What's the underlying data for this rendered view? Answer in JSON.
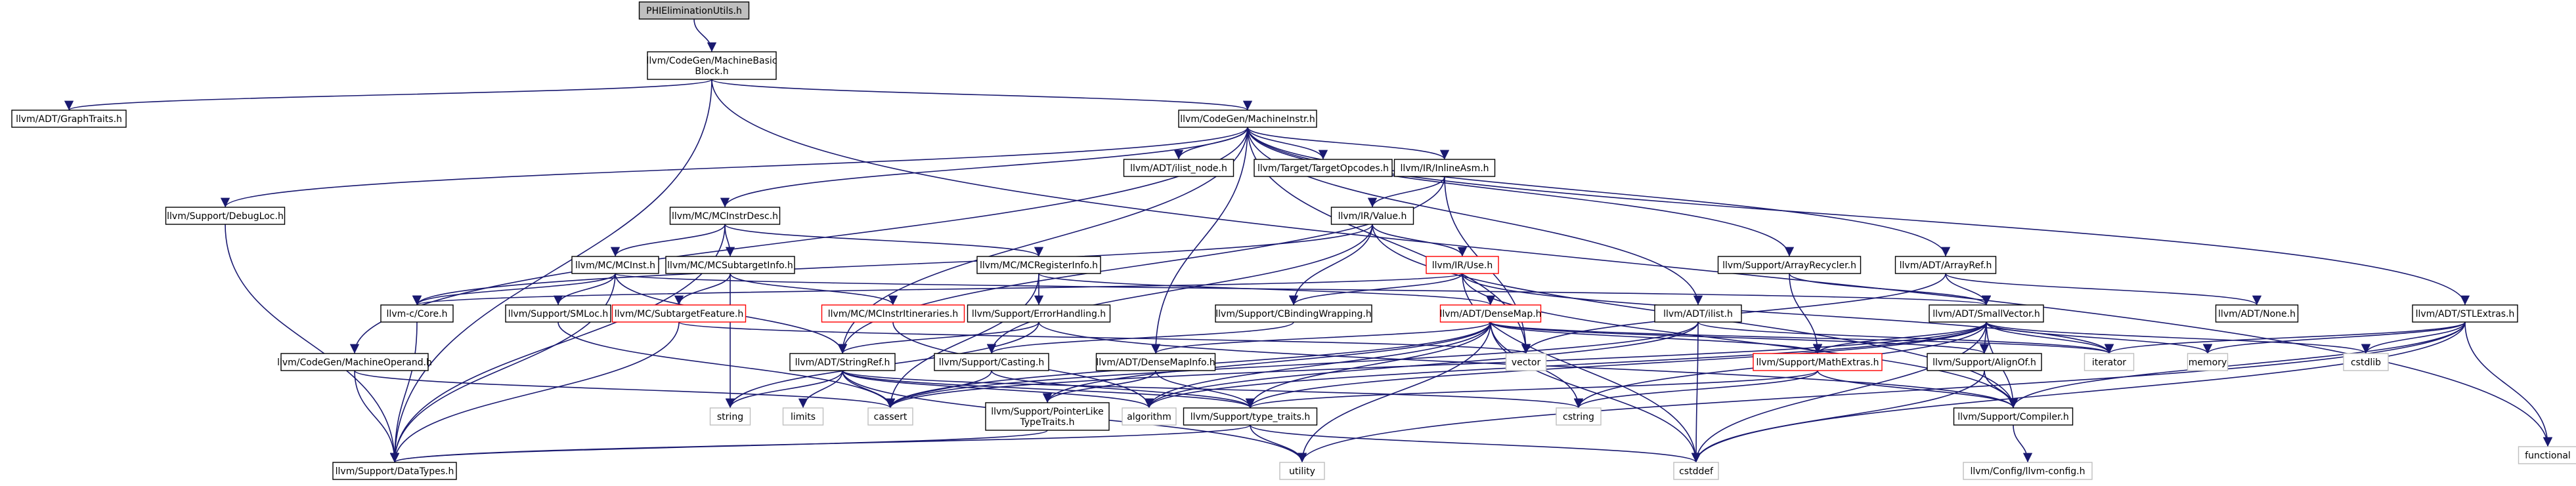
{
  "colors": {
    "edge": "#191970",
    "box_border": "#000000",
    "missing_border": "#bfbfbf",
    "redlink_border": "#ff0000",
    "root_fill": "#bfbfbf",
    "fill": "#ffffff"
  },
  "nodes": [
    {
      "id": "root",
      "lines": [
        "PHIEliminationUtils.h"
      ],
      "kind": "root"
    },
    {
      "id": "mbb",
      "lines": [
        "llvm/CodeGen/MachineBasic",
        "Block.h"
      ],
      "kind": "normal"
    },
    {
      "id": "graphtraits",
      "lines": [
        "llvm/ADT/GraphTraits.h"
      ],
      "kind": "normal"
    },
    {
      "id": "machineinstr",
      "lines": [
        "llvm/CodeGen/MachineInstr.h"
      ],
      "kind": "normal"
    },
    {
      "id": "functional",
      "lines": [
        "functional"
      ],
      "kind": "missing"
    },
    {
      "id": "debugloc",
      "lines": [
        "llvm/Support/DebugLoc.h"
      ],
      "kind": "normal"
    },
    {
      "id": "ilist_node",
      "lines": [
        "llvm/ADT/ilist_node.h"
      ],
      "kind": "normal"
    },
    {
      "id": "targetopcodes",
      "lines": [
        "llvm/Target/TargetOpcodes.h"
      ],
      "kind": "normal"
    },
    {
      "id": "inlineasm",
      "lines": [
        "llvm/IR/InlineAsm.h"
      ],
      "kind": "normal"
    },
    {
      "id": "mcinstrdesc",
      "lines": [
        "llvm/MC/MCInstrDesc.h"
      ],
      "kind": "normal"
    },
    {
      "id": "value",
      "lines": [
        "llvm/IR/Value.h"
      ],
      "kind": "normal"
    },
    {
      "id": "mcinst",
      "lines": [
        "llvm/MC/MCInst.h"
      ],
      "kind": "normal"
    },
    {
      "id": "mcsubtargetinfo",
      "lines": [
        "llvm/MC/MCSubtargetInfo.h"
      ],
      "kind": "normal"
    },
    {
      "id": "mcregisterinfo",
      "lines": [
        "llvm/MC/MCRegisterInfo.h"
      ],
      "kind": "normal"
    },
    {
      "id": "use",
      "lines": [
        "llvm/IR/Use.h"
      ],
      "kind": "redlink"
    },
    {
      "id": "arrayrecycler",
      "lines": [
        "llvm/Support/ArrayRecycler.h"
      ],
      "kind": "normal"
    },
    {
      "id": "arrayref",
      "lines": [
        "llvm/ADT/ArrayRef.h"
      ],
      "kind": "normal"
    },
    {
      "id": "llvmccore",
      "lines": [
        "llvm-c/Core.h"
      ],
      "kind": "normal"
    },
    {
      "id": "smloc",
      "lines": [
        "llvm/Support/SMLoc.h"
      ],
      "kind": "normal"
    },
    {
      "id": "subtargetfeature",
      "lines": [
        "llvm/MC/SubtargetFeature.h"
      ],
      "kind": "redlink"
    },
    {
      "id": "mcinstritineraries",
      "lines": [
        "llvm/MC/MCInstrItineraries.h"
      ],
      "kind": "redlink"
    },
    {
      "id": "errorhandling",
      "lines": [
        "llvm/Support/ErrorHandling.h"
      ],
      "kind": "normal"
    },
    {
      "id": "densemap",
      "lines": [
        "llvm/ADT/DenseMap.h"
      ],
      "kind": "redlink"
    },
    {
      "id": "cbinding",
      "lines": [
        "llvm/Support/CBindingWrapping.h"
      ],
      "kind": "normal"
    },
    {
      "id": "smallvector",
      "lines": [
        "llvm/ADT/SmallVector.h"
      ],
      "kind": "normal"
    },
    {
      "id": "none",
      "lines": [
        "llvm/ADT/None.h"
      ],
      "kind": "normal"
    },
    {
      "id": "ilist",
      "lines": [
        "llvm/ADT/ilist.h"
      ],
      "kind": "normal"
    },
    {
      "id": "stlextras",
      "lines": [
        "llvm/ADT/STLExtras.h"
      ],
      "kind": "normal"
    },
    {
      "id": "machineoperand",
      "lines": [
        "llvm/CodeGen/MachineOperand.h"
      ],
      "kind": "normal"
    },
    {
      "id": "stringref",
      "lines": [
        "llvm/ADT/StringRef.h"
      ],
      "kind": "normal"
    },
    {
      "id": "casting",
      "lines": [
        "llvm/Support/Casting.h"
      ],
      "kind": "normal"
    },
    {
      "id": "densemapinfo",
      "lines": [
        "llvm/ADT/DenseMapInfo.h"
      ],
      "kind": "normal"
    },
    {
      "id": "vector",
      "lines": [
        "vector"
      ],
      "kind": "missing"
    },
    {
      "id": "mathextras",
      "lines": [
        "llvm/Support/MathExtras.h"
      ],
      "kind": "redlink"
    },
    {
      "id": "alignof",
      "lines": [
        "llvm/Support/AlignOf.h"
      ],
      "kind": "normal"
    },
    {
      "id": "iterator",
      "lines": [
        "iterator"
      ],
      "kind": "missing"
    },
    {
      "id": "memory",
      "lines": [
        "memory"
      ],
      "kind": "missing"
    },
    {
      "id": "cstdlib",
      "lines": [
        "cstdlib"
      ],
      "kind": "missing"
    },
    {
      "id": "string",
      "lines": [
        "string"
      ],
      "kind": "missing"
    },
    {
      "id": "limits",
      "lines": [
        "limits"
      ],
      "kind": "missing"
    },
    {
      "id": "cassert",
      "lines": [
        "cassert"
      ],
      "kind": "missing"
    },
    {
      "id": "algorithm",
      "lines": [
        "algorithm"
      ],
      "kind": "missing"
    },
    {
      "id": "cstring",
      "lines": [
        "cstring"
      ],
      "kind": "missing"
    },
    {
      "id": "pointerlike",
      "lines": [
        "llvm/Support/PointerLike",
        "TypeTraits.h"
      ],
      "kind": "normal"
    },
    {
      "id": "typetraits",
      "lines": [
        "llvm/Support/type_traits.h"
      ],
      "kind": "normal"
    },
    {
      "id": "compiler",
      "lines": [
        "llvm/Support/Compiler.h"
      ],
      "kind": "normal"
    },
    {
      "id": "datatypes",
      "lines": [
        "llvm/Support/DataTypes.h"
      ],
      "kind": "normal"
    },
    {
      "id": "utility",
      "lines": [
        "utility"
      ],
      "kind": "missing"
    },
    {
      "id": "cstddef",
      "lines": [
        "cstddef"
      ],
      "kind": "missing"
    },
    {
      "id": "llvmconfig",
      "lines": [
        "llvm/Config/llvm-config.h"
      ],
      "kind": "missing"
    }
  ],
  "edges": [
    [
      "root",
      "mbb"
    ],
    [
      "mbb",
      "graphtraits"
    ],
    [
      "mbb",
      "machineinstr"
    ],
    [
      "mbb",
      "functional"
    ],
    [
      "mbb",
      "datatypes"
    ],
    [
      "machineinstr",
      "debugloc"
    ],
    [
      "machineinstr",
      "ilist_node"
    ],
    [
      "machineinstr",
      "targetopcodes"
    ],
    [
      "machineinstr",
      "inlineasm"
    ],
    [
      "machineinstr",
      "mcinstrdesc"
    ],
    [
      "machineinstr",
      "arrayrecycler"
    ],
    [
      "machineinstr",
      "arrayref"
    ],
    [
      "machineinstr",
      "ilist"
    ],
    [
      "machineinstr",
      "stlextras"
    ],
    [
      "machineinstr",
      "machineoperand"
    ],
    [
      "machineinstr",
      "densemapinfo"
    ],
    [
      "machineinstr",
      "stringref"
    ],
    [
      "machineinstr",
      "vector"
    ],
    [
      "debugloc",
      "datatypes"
    ],
    [
      "inlineasm",
      "value"
    ],
    [
      "inlineasm",
      "stringref"
    ],
    [
      "inlineasm",
      "vector"
    ],
    [
      "mcinstrdesc",
      "mcinst"
    ],
    [
      "mcinstrdesc",
      "mcsubtargetinfo"
    ],
    [
      "mcinstrdesc",
      "mcregisterinfo"
    ],
    [
      "mcinstrdesc",
      "datatypes"
    ],
    [
      "value",
      "use"
    ],
    [
      "value",
      "cbinding"
    ],
    [
      "value",
      "llvmccore"
    ],
    [
      "value",
      "compiler"
    ],
    [
      "value",
      "casting"
    ],
    [
      "mcinst",
      "smloc"
    ],
    [
      "mcinst",
      "llvmccore"
    ],
    [
      "mcinst",
      "stringref"
    ],
    [
      "mcinst",
      "smallvector"
    ],
    [
      "mcinst",
      "datatypes"
    ],
    [
      "mcsubtargetinfo",
      "subtargetfeature"
    ],
    [
      "mcsubtargetinfo",
      "mcinstritineraries"
    ],
    [
      "mcsubtargetinfo",
      "string"
    ],
    [
      "mcregisterinfo",
      "errorhandling"
    ],
    [
      "mcregisterinfo",
      "densemap"
    ],
    [
      "mcregisterinfo",
      "cassert"
    ],
    [
      "use",
      "cbinding"
    ],
    [
      "use",
      "llvmccore"
    ],
    [
      "use",
      "compiler"
    ],
    [
      "use",
      "iterator"
    ],
    [
      "use",
      "cstddef"
    ],
    [
      "arrayrecycler",
      "smallvector"
    ],
    [
      "arrayrecycler",
      "mathextras"
    ],
    [
      "arrayref",
      "none"
    ],
    [
      "arrayref",
      "smallvector"
    ],
    [
      "arrayref",
      "vector"
    ],
    [
      "llvmccore",
      "datatypes"
    ],
    [
      "smloc",
      "cassert"
    ],
    [
      "subtargetfeature",
      "vector"
    ],
    [
      "subtargetfeature",
      "datatypes"
    ],
    [
      "mcinstritineraries",
      "algorithm"
    ],
    [
      "errorhandling",
      "stringref"
    ],
    [
      "errorhandling",
      "string"
    ],
    [
      "errorhandling",
      "compiler"
    ],
    [
      "densemap",
      "densemapinfo"
    ],
    [
      "densemap",
      "alignof"
    ],
    [
      "densemap",
      "mathextras"
    ],
    [
      "densemap",
      "pointerlike"
    ],
    [
      "densemap",
      "typetraits"
    ],
    [
      "densemap",
      "algorithm"
    ],
    [
      "densemap",
      "cassert"
    ],
    [
      "densemap",
      "cstddef"
    ],
    [
      "densemap",
      "iterator"
    ],
    [
      "densemap",
      "new"
    ],
    [
      "densemap",
      "utility"
    ],
    [
      "densemap",
      "cstring"
    ],
    [
      "cbinding",
      "casting"
    ],
    [
      "smallvector",
      "alignof"
    ],
    [
      "smallvector",
      "compiler"
    ],
    [
      "smallvector",
      "mathextras"
    ],
    [
      "smallvector",
      "typetraits"
    ],
    [
      "smallvector",
      "algorithm"
    ],
    [
      "smallvector",
      "cassert"
    ],
    [
      "smallvector",
      "cstddef"
    ],
    [
      "smallvector",
      "cstdlib"
    ],
    [
      "smallvector",
      "cstring"
    ],
    [
      "smallvector",
      "iterator"
    ],
    [
      "smallvector",
      "memory"
    ],
    [
      "ilist",
      "algorithm"
    ],
    [
      "ilist",
      "cassert"
    ],
    [
      "ilist",
      "cstddef"
    ],
    [
      "ilist",
      "iterator"
    ],
    [
      "stlextras",
      "compiler"
    ],
    [
      "stlextras",
      "cstddef"
    ],
    [
      "stlextras",
      "cstdlib"
    ],
    [
      "stlextras",
      "functional"
    ],
    [
      "stlextras",
      "iterator"
    ],
    [
      "stlextras",
      "memory"
    ],
    [
      "stlextras",
      "utility"
    ],
    [
      "machineoperand",
      "datatypes"
    ],
    [
      "machineoperand",
      "cassert"
    ],
    [
      "stringref",
      "typetraits"
    ],
    [
      "stringref",
      "algorithm"
    ],
    [
      "stringref",
      "cassert"
    ],
    [
      "stringref",
      "cstring"
    ],
    [
      "stringref",
      "limits"
    ],
    [
      "stringref",
      "string"
    ],
    [
      "stringref",
      "utility"
    ],
    [
      "casting",
      "typetraits"
    ],
    [
      "casting",
      "cassert"
    ],
    [
      "densemapinfo",
      "pointerlike"
    ],
    [
      "densemapinfo",
      "typetraits"
    ],
    [
      "mathextras",
      "compiler"
    ],
    [
      "mathextras",
      "cstring"
    ],
    [
      "mathextras",
      "typetraits"
    ],
    [
      "alignof",
      "compiler"
    ],
    [
      "alignof",
      "cstddef"
    ],
    [
      "pointerlike",
      "datatypes"
    ],
    [
      "typetraits",
      "datatypes"
    ],
    [
      "typetraits",
      "utility"
    ],
    [
      "typetraits",
      "cstddef"
    ],
    [
      "compiler",
      "llvmconfig"
    ]
  ]
}
